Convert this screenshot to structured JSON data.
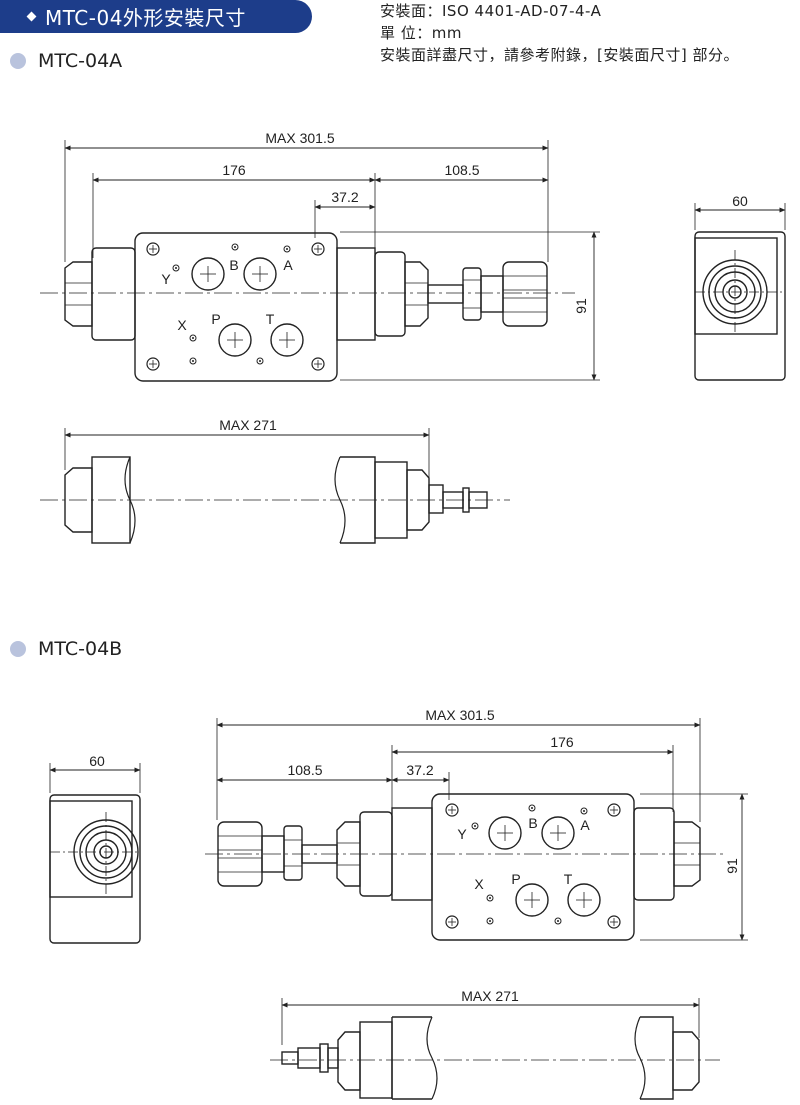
{
  "header": {
    "title": "MTC-04外形安裝尺寸",
    "spec_line_1": "安裝面：ISO 4401-AD-07-4-A",
    "spec_line_2": "單    位：mm",
    "spec_line_3": "安裝面詳盡尺寸，請參考附錄，[安裝面尺寸] 部分。"
  },
  "section_a": {
    "label": "MTC-04A",
    "dims": {
      "overall": "MAX 301.5",
      "body": "176",
      "knob": "108.5",
      "offset": "37.2",
      "height": "91",
      "side_width": "60",
      "short": "MAX 271"
    }
  },
  "section_b": {
    "label": "MTC-04B",
    "dims": {
      "overall": "MAX 301.5",
      "body": "176",
      "knob": "108.5",
      "offset": "37.2",
      "height": "91",
      "side_width": "60",
      "short": "MAX 271"
    }
  },
  "ports": {
    "y": "Y",
    "b": "B",
    "a": "A",
    "x": "X",
    "p": "P",
    "t": "T"
  },
  "colors": {
    "title_bg": "#1d3d8a",
    "bullet": "#b9c3dd",
    "line": "#222222"
  }
}
